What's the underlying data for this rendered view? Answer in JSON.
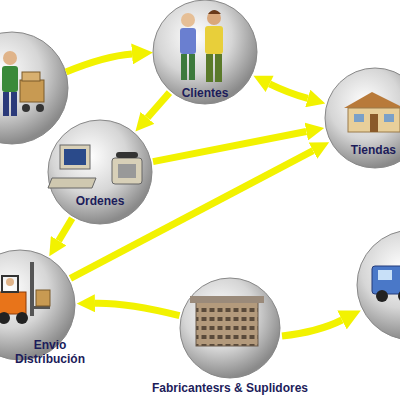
{
  "diagram": {
    "nodes": [
      {
        "text": [
          "Clientes"
        ]
      },
      {
        "text": [
          "Tiendas"
        ]
      },
      {
        "text": [
          "Ordenes"
        ]
      },
      {
        "text": [
          "Envio Distribución"
        ]
      },
      {
        "text": [
          "Fabricantesrs & Suplidores"
        ]
      }
    ],
    "edges": [
      {
        "from": 0,
        "to": 1,
        "arrow": "both"
      },
      {
        "from": 0,
        "to": 2,
        "arrow": "to"
      },
      {
        "from": 2,
        "to": 1,
        "arrow": "to"
      },
      {
        "from": 2,
        "to": 3,
        "arrow": "to"
      },
      {
        "from": 3,
        "to": 1,
        "arrow": "to"
      },
      {
        "from": 4,
        "to": 3,
        "arrow": "to"
      }
    ]
  }
}
